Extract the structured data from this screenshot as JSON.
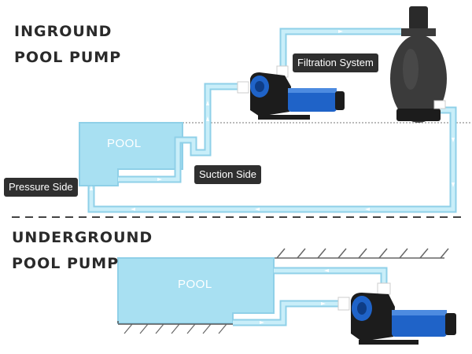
{
  "inground": {
    "title_line1": "INGROUND",
    "title_line2": "POOL PUMP",
    "pool_label": "POOL",
    "labels": {
      "filtration": "Filtration System",
      "suction": "Suction Side",
      "pressure": "Pressure Side"
    }
  },
  "underground": {
    "title_line1": "UNDERGROUND",
    "title_line2": "POOL PUMP",
    "pool_label": "POOL"
  },
  "colors": {
    "water": "#a8e0f2",
    "pipe_outline": "#8fd0e8",
    "ground": "#707070",
    "pump_blue": "#1f63c8",
    "pump_black": "#1c1c1c",
    "filter_dark": "#3b3b3b",
    "label_bg": "#2f2f2f"
  },
  "icons": {
    "flow": "arrow-icon",
    "pump": "pool-pump-icon",
    "filter": "sand-filter-icon"
  }
}
